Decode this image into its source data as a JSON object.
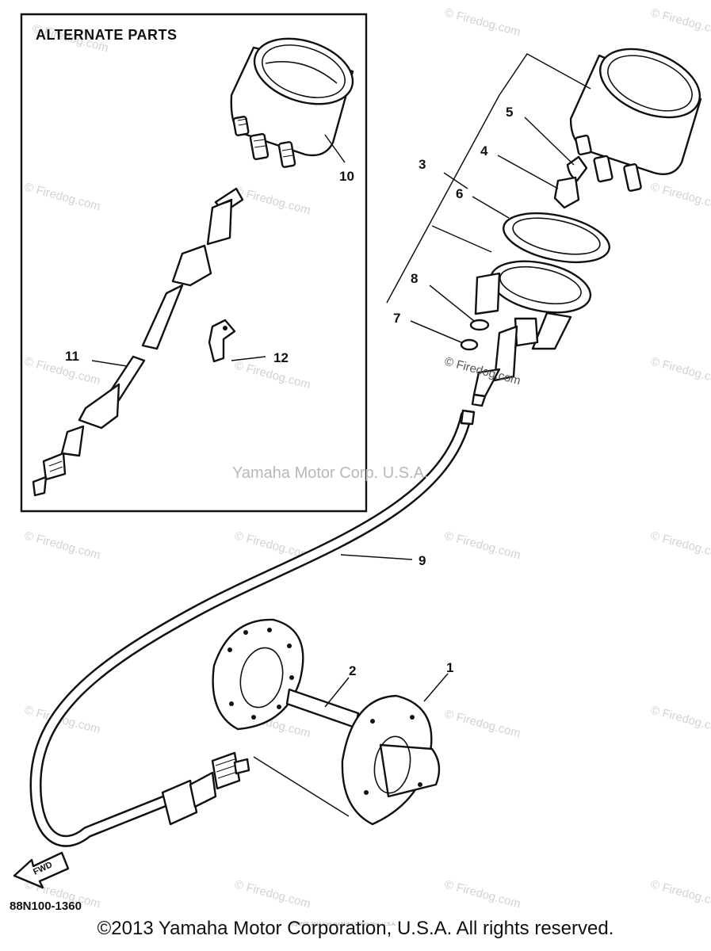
{
  "alternate_parts": {
    "title": "ALTERNATE PARTS"
  },
  "callouts": {
    "c1": "1",
    "c2": "2",
    "c3": "3",
    "c4": "4",
    "c5": "5",
    "c6": "6",
    "c7": "7",
    "c8": "8",
    "c9": "9",
    "c10": "10",
    "c11": "11",
    "c12": "12"
  },
  "center_watermark": "Yamaha Motor Corp. U.S.A.",
  "watermark": "© Firedog.com",
  "small_watermark": "© Firedog.com",
  "fwd_label": "FWD",
  "diagram_code": "88N100-1360",
  "tiny_notice": "(c) 2005-2016 Yamaha Motor Corporation, U.S.A.",
  "footer": {
    "copyright": "©2013 Yamaha Motor Corporation, U.S.A. All rights reserved."
  },
  "colors": {
    "line": "#111111",
    "watermark": "#d2d2d2",
    "background": "#ffffff"
  }
}
